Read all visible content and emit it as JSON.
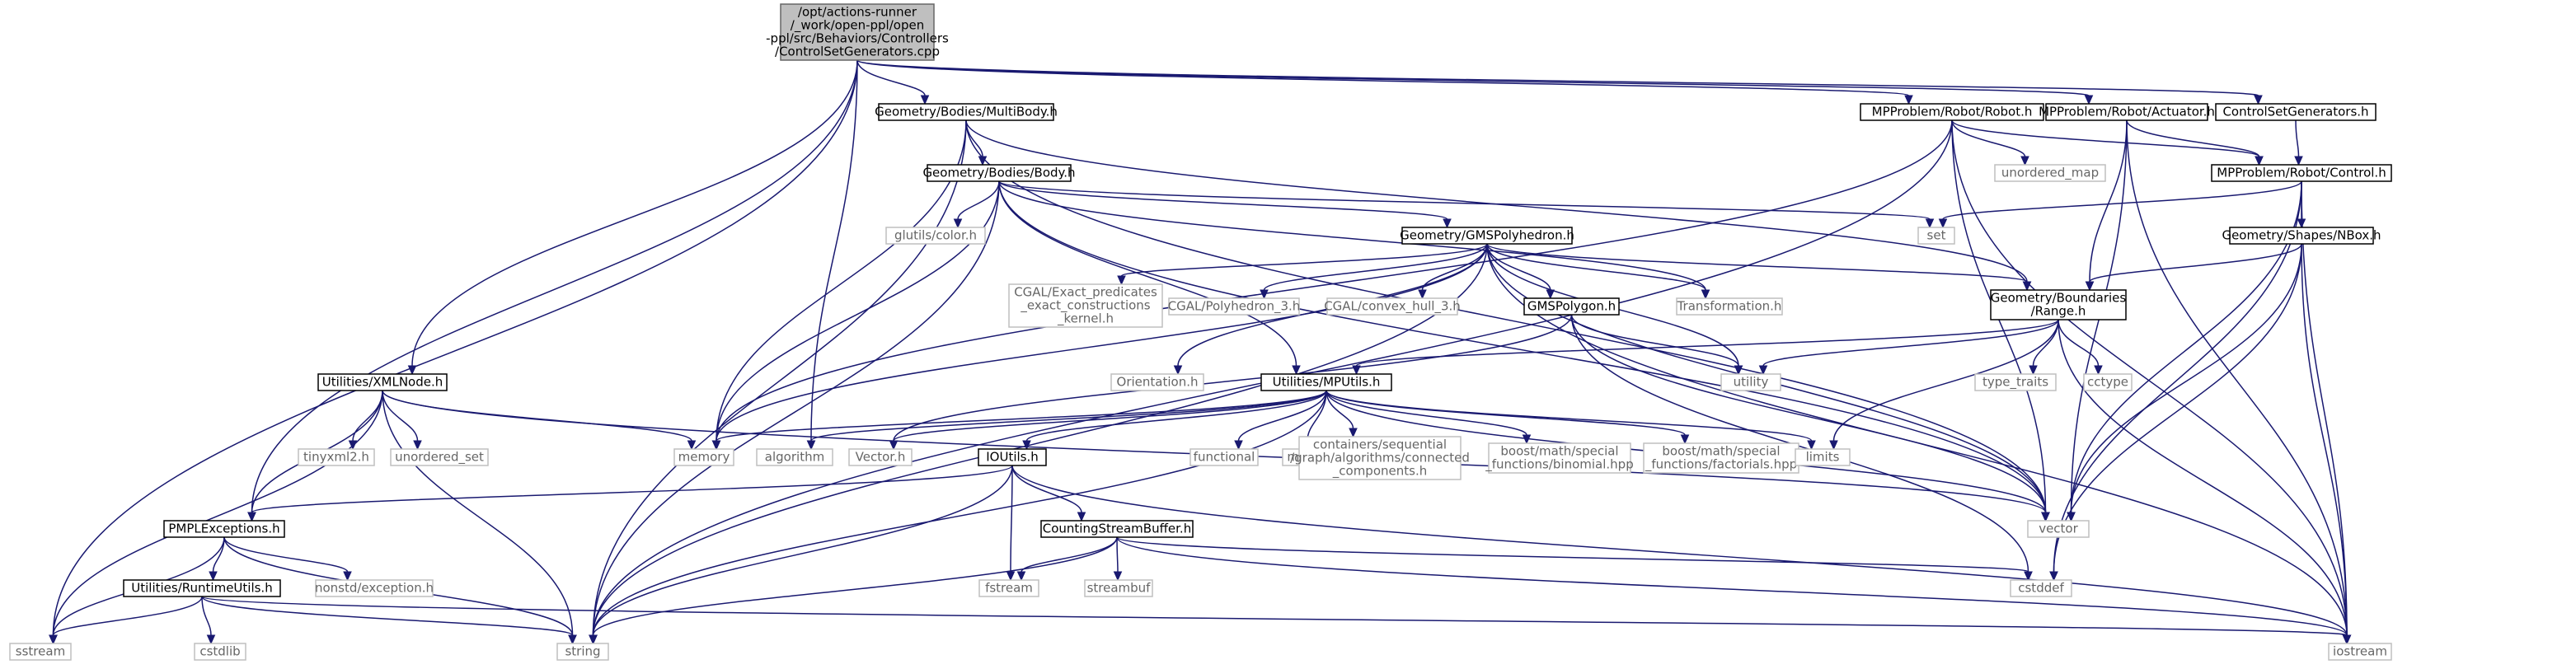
{
  "graph": {
    "nodes": [
      {
        "id": "root",
        "kind": "root",
        "lines": [
          "/opt/actions-runner",
          "/_work/open-ppl/open",
          "-ppl/src/Behaviors/Controllers",
          "/ControlSetGenerators.cpp"
        ]
      },
      {
        "id": "multibody",
        "kind": "internal",
        "lines": [
          "Geometry/Bodies/MultiBody.h"
        ]
      },
      {
        "id": "robot",
        "kind": "internal",
        "lines": [
          "MPProblem/Robot/Robot.h"
        ]
      },
      {
        "id": "actuator",
        "kind": "internal",
        "lines": [
          "MPProblem/Robot/Actuator.h"
        ]
      },
      {
        "id": "csgh",
        "kind": "internal",
        "lines": [
          "ControlSetGenerators.h"
        ]
      },
      {
        "id": "body",
        "kind": "internal",
        "lines": [
          "Geometry/Bodies/Body.h"
        ]
      },
      {
        "id": "control",
        "kind": "internal",
        "lines": [
          "MPProblem/Robot/Control.h"
        ]
      },
      {
        "id": "gmspolyhedron",
        "kind": "internal",
        "lines": [
          "Geometry/GMSPolyhedron.h"
        ]
      },
      {
        "id": "nbox",
        "kind": "internal",
        "lines": [
          "Geometry/Shapes/NBox.h"
        ]
      },
      {
        "id": "range",
        "kind": "internal",
        "lines": [
          "Geometry/Boundaries",
          "/Range.h"
        ]
      },
      {
        "id": "gmspolygon",
        "kind": "internal",
        "lines": [
          "GMSPolygon.h"
        ]
      },
      {
        "id": "xmlnode",
        "kind": "internal",
        "lines": [
          "Utilities/XMLNode.h"
        ]
      },
      {
        "id": "mputils",
        "kind": "internal",
        "lines": [
          "Utilities/MPUtils.h"
        ]
      },
      {
        "id": "ioutils",
        "kind": "internal",
        "lines": [
          "IOUtils.h"
        ]
      },
      {
        "id": "pmplexceptions",
        "kind": "internal",
        "lines": [
          "PMPLExceptions.h"
        ]
      },
      {
        "id": "countingstreambuffer",
        "kind": "internal",
        "lines": [
          "CountingStreamBuffer.h"
        ]
      },
      {
        "id": "runtimeutils",
        "kind": "internal",
        "lines": [
          "Utilities/RuntimeUtils.h"
        ]
      },
      {
        "id": "unordered_map",
        "kind": "external",
        "lines": [
          "unordered_map"
        ]
      },
      {
        "id": "set",
        "kind": "external",
        "lines": [
          "set"
        ]
      },
      {
        "id": "glutils",
        "kind": "external",
        "lines": [
          "glutils/color.h"
        ]
      },
      {
        "id": "cgal_exact",
        "kind": "external",
        "lines": [
          "CGAL/Exact_predicates",
          "_exact_constructions",
          "_kernel.h"
        ]
      },
      {
        "id": "cgal_poly",
        "kind": "external",
        "lines": [
          "CGAL/Polyhedron_3.h"
        ]
      },
      {
        "id": "cgal_hull",
        "kind": "external",
        "lines": [
          "CGAL/convex_hull_3.h"
        ]
      },
      {
        "id": "transformation",
        "kind": "external",
        "lines": [
          "Transformation.h"
        ]
      },
      {
        "id": "orientation",
        "kind": "external",
        "lines": [
          "Orientation.h"
        ]
      },
      {
        "id": "utility",
        "kind": "external",
        "lines": [
          "utility"
        ]
      },
      {
        "id": "type_traits",
        "kind": "external",
        "lines": [
          "type_traits"
        ]
      },
      {
        "id": "cctype",
        "kind": "external",
        "lines": [
          "cctype"
        ]
      },
      {
        "id": "tinyxml2",
        "kind": "external",
        "lines": [
          "tinyxml2.h"
        ]
      },
      {
        "id": "unordered_set",
        "kind": "external",
        "lines": [
          "unordered_set"
        ]
      },
      {
        "id": "memory",
        "kind": "external",
        "lines": [
          "memory"
        ]
      },
      {
        "id": "algorithm",
        "kind": "external",
        "lines": [
          "algorithm"
        ]
      },
      {
        "id": "vectorh",
        "kind": "external",
        "lines": [
          "Vector.h"
        ]
      },
      {
        "id": "functional",
        "kind": "external",
        "lines": [
          "functional"
        ]
      },
      {
        "id": "map",
        "kind": "external",
        "lines": [
          "map"
        ]
      },
      {
        "id": "containers",
        "kind": "external",
        "lines": [
          "containers/sequential",
          "/graph/algorithms/connected",
          "_components.h"
        ]
      },
      {
        "id": "binomial",
        "kind": "external",
        "lines": [
          "boost/math/special",
          "_functions/binomial.hpp"
        ]
      },
      {
        "id": "factorials",
        "kind": "external",
        "lines": [
          "boost/math/special",
          "_functions/factorials.hpp"
        ]
      },
      {
        "id": "limits",
        "kind": "external",
        "lines": [
          "limits"
        ]
      },
      {
        "id": "vector",
        "kind": "external",
        "lines": [
          "vector"
        ]
      },
      {
        "id": "nonstd",
        "kind": "external",
        "lines": [
          "nonstd/exception.h"
        ]
      },
      {
        "id": "fstream",
        "kind": "external",
        "lines": [
          "fstream"
        ]
      },
      {
        "id": "streambuf",
        "kind": "external",
        "lines": [
          "streambuf"
        ]
      },
      {
        "id": "cstddef",
        "kind": "external",
        "lines": [
          "cstddef"
        ]
      },
      {
        "id": "sstream",
        "kind": "external",
        "lines": [
          "sstream"
        ]
      },
      {
        "id": "cstdlib",
        "kind": "external",
        "lines": [
          "cstdlib"
        ]
      },
      {
        "id": "string",
        "kind": "external",
        "lines": [
          "string"
        ]
      },
      {
        "id": "iostream",
        "kind": "external",
        "lines": [
          "iostream"
        ]
      }
    ],
    "edges": [
      [
        "root",
        "multibody"
      ],
      [
        "root",
        "robot"
      ],
      [
        "root",
        "actuator"
      ],
      [
        "root",
        "csgh"
      ],
      [
        "root",
        "xmlnode"
      ],
      [
        "root",
        "pmplexceptions"
      ],
      [
        "root",
        "algorithm"
      ],
      [
        "root",
        "sstream"
      ],
      [
        "multibody",
        "body"
      ],
      [
        "multibody",
        "memory"
      ],
      [
        "multibody",
        "string"
      ],
      [
        "multibody",
        "vector"
      ],
      [
        "multibody",
        "range"
      ],
      [
        "robot",
        "control"
      ],
      [
        "robot",
        "unordered_map"
      ],
      [
        "robot",
        "vector"
      ],
      [
        "robot",
        "string"
      ],
      [
        "robot",
        "iostream"
      ],
      [
        "robot",
        "memory"
      ],
      [
        "actuator",
        "control"
      ],
      [
        "actuator",
        "range"
      ],
      [
        "actuator",
        "vector"
      ],
      [
        "actuator",
        "iostream"
      ],
      [
        "csgh",
        "control"
      ],
      [
        "body",
        "gmspolyhedron"
      ],
      [
        "body",
        "glutils"
      ],
      [
        "body",
        "set"
      ],
      [
        "body",
        "memory"
      ],
      [
        "body",
        "string"
      ],
      [
        "body",
        "mputils"
      ],
      [
        "body",
        "transformation"
      ],
      [
        "body",
        "vector"
      ],
      [
        "control",
        "set"
      ],
      [
        "control",
        "nbox"
      ],
      [
        "control",
        "vector"
      ],
      [
        "control",
        "iostream"
      ],
      [
        "control",
        "cstddef"
      ],
      [
        "gmspolyhedron",
        "cgal_exact"
      ],
      [
        "gmspolyhedron",
        "cgal_poly"
      ],
      [
        "gmspolyhedron",
        "cgal_hull"
      ],
      [
        "gmspolyhedron",
        "transformation"
      ],
      [
        "gmspolyhedron",
        "gmspolygon"
      ],
      [
        "gmspolyhedron",
        "range"
      ],
      [
        "gmspolyhedron",
        "utility"
      ],
      [
        "gmspolyhedron",
        "vector"
      ],
      [
        "gmspolyhedron",
        "iostream"
      ],
      [
        "gmspolyhedron",
        "orientation"
      ],
      [
        "gmspolyhedron",
        "memory"
      ],
      [
        "gmspolyhedron",
        "string"
      ],
      [
        "nbox",
        "range"
      ],
      [
        "nbox",
        "vector"
      ],
      [
        "nbox",
        "iostream"
      ],
      [
        "nbox",
        "cstddef"
      ],
      [
        "range",
        "mputils"
      ],
      [
        "range",
        "utility"
      ],
      [
        "range",
        "type_traits"
      ],
      [
        "range",
        "cctype"
      ],
      [
        "range",
        "limits"
      ],
      [
        "range",
        "iostream"
      ],
      [
        "gmspolygon",
        "vectorh"
      ],
      [
        "gmspolygon",
        "utility"
      ],
      [
        "gmspolygon",
        "vector"
      ],
      [
        "gmspolygon",
        "cstddef"
      ],
      [
        "xmlnode",
        "tinyxml2"
      ],
      [
        "xmlnode",
        "unordered_set"
      ],
      [
        "xmlnode",
        "memory"
      ],
      [
        "xmlnode",
        "string"
      ],
      [
        "xmlnode",
        "sstream"
      ],
      [
        "xmlnode",
        "vector"
      ],
      [
        "xmlnode",
        "pmplexceptions"
      ],
      [
        "mputils",
        "memory"
      ],
      [
        "mputils",
        "algorithm"
      ],
      [
        "mputils",
        "vectorh"
      ],
      [
        "mputils",
        "ioutils"
      ],
      [
        "mputils",
        "functional"
      ],
      [
        "mputils",
        "map"
      ],
      [
        "mputils",
        "containers"
      ],
      [
        "mputils",
        "binomial"
      ],
      [
        "mputils",
        "factorials"
      ],
      [
        "mputils",
        "limits"
      ],
      [
        "mputils",
        "vector"
      ],
      [
        "mputils",
        "string"
      ],
      [
        "ioutils",
        "pmplexceptions"
      ],
      [
        "ioutils",
        "countingstreambuffer"
      ],
      [
        "ioutils",
        "fstream"
      ],
      [
        "ioutils",
        "string"
      ],
      [
        "ioutils",
        "iostream"
      ],
      [
        "pmplexceptions",
        "runtimeutils"
      ],
      [
        "pmplexceptions",
        "nonstd"
      ],
      [
        "pmplexceptions",
        "sstream"
      ],
      [
        "pmplexceptions",
        "string"
      ],
      [
        "countingstreambuffer",
        "fstream"
      ],
      [
        "countingstreambuffer",
        "streambuf"
      ],
      [
        "countingstreambuffer",
        "cstddef"
      ],
      [
        "countingstreambuffer",
        "string"
      ],
      [
        "countingstreambuffer",
        "iostream"
      ],
      [
        "runtimeutils",
        "cstdlib"
      ],
      [
        "runtimeutils",
        "sstream"
      ],
      [
        "runtimeutils",
        "string"
      ],
      [
        "runtimeutils",
        "iostream"
      ]
    ]
  }
}
